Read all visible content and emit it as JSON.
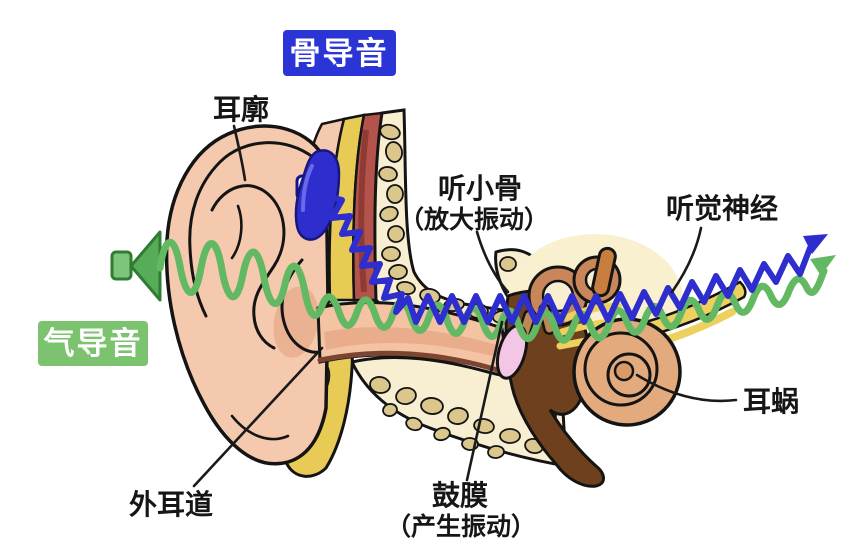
{
  "diagram_title_implicit": "ear sound conduction diagram",
  "badges": {
    "bone": {
      "label": "骨导音",
      "color": "#2B35D6"
    },
    "air": {
      "label": "气导音",
      "color": "#7BC36E"
    }
  },
  "labels": {
    "pinna": "耳廓",
    "ossicles_line1": "听小骨",
    "ossicles_line2": "（放大振动）",
    "auditory_nerve": "听觉神经",
    "cochlea": "耳蜗",
    "ear_canal": "外耳道",
    "eardrum_line1": "鼓膜",
    "eardrum_line2": "（产生振动）"
  },
  "colors": {
    "badge_blue": "#2B35D6",
    "badge_green": "#7BC36E",
    "wave_blue": "#2E2ECE",
    "wave_green": "#63B863",
    "speaker_green": "#57AC57",
    "speaker_green_light": "#7CC57A",
    "skin": "#F5C9AE",
    "skin_shade": "#EAB192",
    "fat_yellow": "#E8CB54",
    "muscle_red": "#B4534C",
    "bone_cream": "#F8EFD3",
    "pebble_tan": "#DBC78C",
    "middle_ear_brown": "#6F401E",
    "ossicle_brown": "#BE8756",
    "canal_loop_brown": "#C8865A",
    "cochlea_tan": "#E3AA7D",
    "nerve_yellow": "#EDD05E",
    "eardrum_pink": "#F2C6E4",
    "cartilage_spot_blue": "#CFEBE8",
    "device_blue": "#2E2ECE"
  }
}
